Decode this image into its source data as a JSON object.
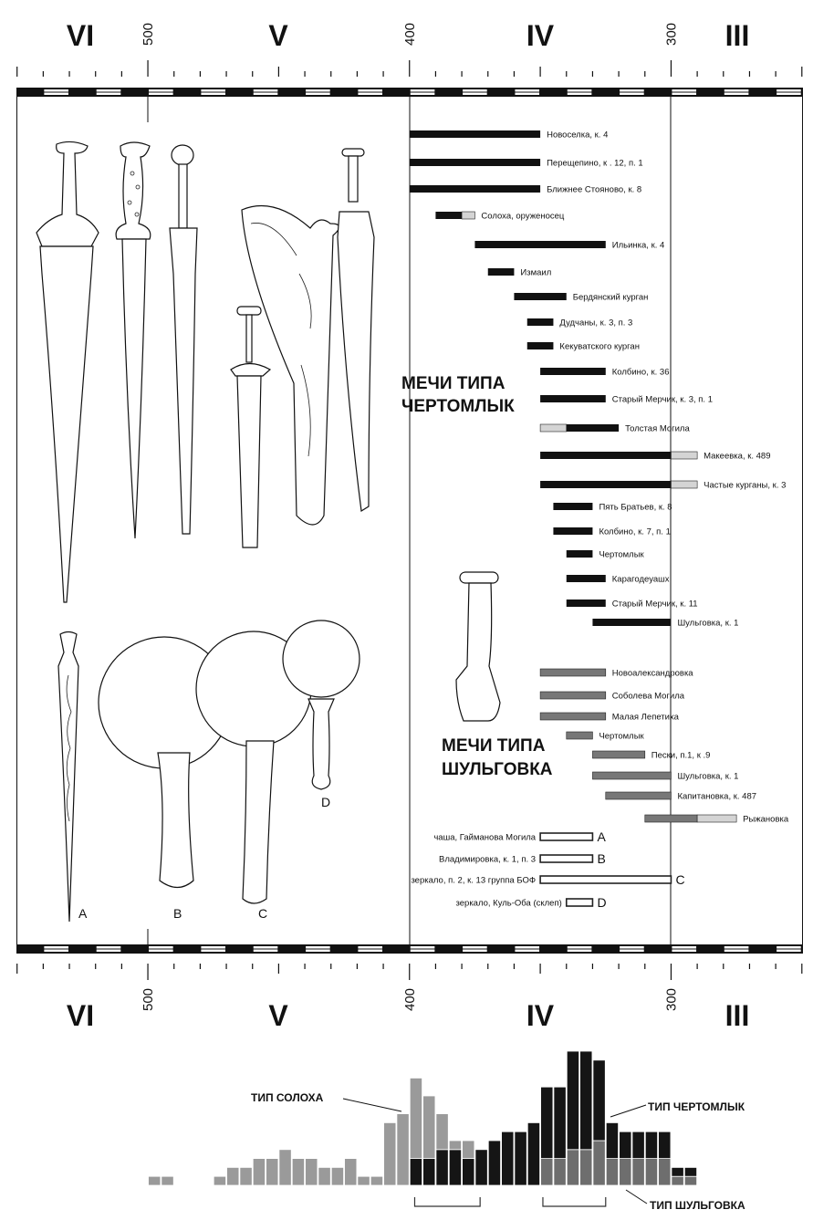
{
  "colors": {
    "black": "#111111",
    "light": "#d4d4d4",
    "gray": "#777777",
    "outline": "#ffffff",
    "solokha": "#9a9a9a",
    "chertomlyk": "#151515",
    "shulgovka": "#6e6e6e"
  },
  "axis": {
    "domain": [
      550,
      250
    ],
    "centuries": [
      "VI",
      "V",
      "IV",
      "III"
    ],
    "century_years": [
      550,
      450,
      350,
      250
    ],
    "year_labels": [
      "500",
      "400",
      "300"
    ],
    "year_values": [
      500,
      400,
      300
    ],
    "minor_tick_step": 10
  },
  "headings": {
    "chertomlyk": [
      "МЕЧИ ТИПА",
      "ЧЕРТОМЛЫК"
    ],
    "shulgovka": [
      "МЕЧИ ТИПА",
      "ШУЛЬГОВКА"
    ]
  },
  "artifact_letters": [
    "A",
    "B",
    "C",
    "D"
  ],
  "chart_data": [
    {
      "type": "bar",
      "title": "",
      "xlabel": "",
      "xlim": [
        550,
        250
      ],
      "rows": [
        {
          "label": "Новоселка, к. 4",
          "segments": [
            {
              "from": 400,
              "to": 350,
              "style": "black"
            }
          ]
        },
        {
          "label": "Перещепино, к . 12, п. 1",
          "segments": [
            {
              "from": 400,
              "to": 350,
              "style": "black"
            }
          ]
        },
        {
          "label": "Ближнее Стояново, к. 8",
          "segments": [
            {
              "from": 400,
              "to": 350,
              "style": "black"
            }
          ]
        },
        {
          "label": "Солоха, оруженосец",
          "segments": [
            {
              "from": 390,
              "to": 380,
              "style": "black"
            },
            {
              "from": 380,
              "to": 375,
              "style": "light"
            }
          ]
        },
        {
          "label": "Ильинка, к. 4",
          "segments": [
            {
              "from": 375,
              "to": 325,
              "style": "black"
            }
          ]
        },
        {
          "label": "Измаил",
          "segments": [
            {
              "from": 370,
              "to": 360,
              "style": "black"
            }
          ]
        },
        {
          "label": "Бердянский курган",
          "segments": [
            {
              "from": 360,
              "to": 340,
              "style": "black"
            }
          ]
        },
        {
          "label": "Дудчаны, к. 3, п. 3",
          "segments": [
            {
              "from": 355,
              "to": 345,
              "style": "black"
            }
          ]
        },
        {
          "label": "Кекуватского курган",
          "segments": [
            {
              "from": 355,
              "to": 345,
              "style": "black"
            }
          ]
        },
        {
          "label": "Колбино, к. 36",
          "segments": [
            {
              "from": 350,
              "to": 325,
              "style": "black"
            }
          ]
        },
        {
          "label": "Старый Мерчик, к. 3, п. 1",
          "segments": [
            {
              "from": 350,
              "to": 325,
              "style": "black"
            }
          ]
        },
        {
          "label": "Толстая Могила",
          "segments": [
            {
              "from": 350,
              "to": 340,
              "style": "light"
            },
            {
              "from": 340,
              "to": 320,
              "style": "black"
            }
          ]
        },
        {
          "label": "Макеевка, к. 489",
          "segments": [
            {
              "from": 350,
              "to": 300,
              "style": "black"
            },
            {
              "from": 300,
              "to": 290,
              "style": "light"
            }
          ]
        },
        {
          "label": "Частые курганы, к. 3",
          "segments": [
            {
              "from": 350,
              "to": 300,
              "style": "black"
            },
            {
              "from": 300,
              "to": 290,
              "style": "light"
            }
          ]
        },
        {
          "label": "Пять Братьев, к. 8",
          "segments": [
            {
              "from": 345,
              "to": 330,
              "style": "black"
            }
          ]
        },
        {
          "label": "Колбино, к. 7, п. 1",
          "segments": [
            {
              "from": 345,
              "to": 330,
              "style": "black"
            }
          ]
        },
        {
          "label": "Чертомлык",
          "segments": [
            {
              "from": 340,
              "to": 330,
              "style": "black"
            }
          ]
        },
        {
          "label": "Карагодеуашх",
          "segments": [
            {
              "from": 340,
              "to": 325,
              "style": "black"
            }
          ]
        },
        {
          "label": "Старый Мерчик, к. 11",
          "segments": [
            {
              "from": 340,
              "to": 325,
              "style": "black"
            }
          ]
        },
        {
          "label": "Шульговка, к. 1",
          "segments": [
            {
              "from": 330,
              "to": 300,
              "style": "black"
            }
          ]
        },
        {
          "label": "Новоалександровка",
          "segments": [
            {
              "from": 350,
              "to": 325,
              "style": "gray"
            }
          ]
        },
        {
          "label": "Соболева Могила",
          "segments": [
            {
              "from": 350,
              "to": 325,
              "style": "gray"
            }
          ]
        },
        {
          "label": "Малая Лепетиха",
          "segments": [
            {
              "from": 350,
              "to": 325,
              "style": "gray"
            }
          ]
        },
        {
          "label": "Чертомлык",
          "segments": [
            {
              "from": 340,
              "to": 330,
              "style": "gray"
            }
          ]
        },
        {
          "label": "Пески, п.1, к .9",
          "segments": [
            {
              "from": 330,
              "to": 310,
              "style": "gray"
            }
          ]
        },
        {
          "label": "Шульговка, к. 1",
          "segments": [
            {
              "from": 330,
              "to": 300,
              "style": "gray"
            }
          ]
        },
        {
          "label": "Капитановка, к. 487",
          "segments": [
            {
              "from": 325,
              "to": 300,
              "style": "gray"
            }
          ]
        },
        {
          "label": "Рыжановка",
          "segments": [
            {
              "from": 310,
              "to": 290,
              "style": "gray"
            },
            {
              "from": 290,
              "to": 275,
              "style": "light"
            }
          ]
        },
        {
          "label": "чаша, Гайманова Могила",
          "letter": "A",
          "segments": [
            {
              "from": 350,
              "to": 330,
              "style": "outline"
            }
          ]
        },
        {
          "label": "Владимировка, к. 1, п. 3",
          "letter": "B",
          "segments": [
            {
              "from": 350,
              "to": 330,
              "style": "outline"
            }
          ]
        },
        {
          "label": "зеркало, п. 2, к. 13 группа БОФ",
          "letter": "C",
          "segments": [
            {
              "from": 350,
              "to": 300,
              "style": "outline"
            }
          ]
        },
        {
          "label": "зеркало, Куль-Оба (склеп)",
          "letter": "D",
          "segments": [
            {
              "from": 340,
              "to": 330,
              "style": "outline"
            }
          ]
        }
      ]
    },
    {
      "type": "bar",
      "stacked": true,
      "bin_width_years": 5,
      "series_labels": {
        "solokha": "ТИП СОЛОХА",
        "chertomlyk": "ТИП ЧЕРТОМЛЫК",
        "shulgovka": "ТИП ШУЛЬГОВКА"
      },
      "bins": [
        {
          "from": 500,
          "s": 1
        },
        {
          "from": 495,
          "s": 1
        },
        {
          "from": 475,
          "s": 1
        },
        {
          "from": 470,
          "s": 2
        },
        {
          "from": 465,
          "s": 2
        },
        {
          "from": 460,
          "s": 3
        },
        {
          "from": 455,
          "s": 3
        },
        {
          "from": 450,
          "s": 4
        },
        {
          "from": 445,
          "s": 3
        },
        {
          "from": 440,
          "s": 3
        },
        {
          "from": 435,
          "s": 2
        },
        {
          "from": 430,
          "s": 2
        },
        {
          "from": 425,
          "s": 3
        },
        {
          "from": 420,
          "s": 1
        },
        {
          "from": 415,
          "s": 1
        },
        {
          "from": 410,
          "s": 7
        },
        {
          "from": 405,
          "s": 8
        },
        {
          "from": 400,
          "c": 3,
          "s": 9
        },
        {
          "from": 395,
          "c": 3,
          "s": 7
        },
        {
          "from": 390,
          "c": 4,
          "s": 4
        },
        {
          "from": 385,
          "c": 4,
          "s": 1
        },
        {
          "from": 380,
          "c": 3,
          "s": 2
        },
        {
          "from": 375,
          "c": 4
        },
        {
          "from": 370,
          "c": 5
        },
        {
          "from": 365,
          "c": 6
        },
        {
          "from": 360,
          "c": 6
        },
        {
          "from": 355,
          "c": 7
        },
        {
          "from": 350,
          "sh": 3,
          "c": 8
        },
        {
          "from": 345,
          "sh": 3,
          "c": 8
        },
        {
          "from": 340,
          "sh": 4,
          "c": 11
        },
        {
          "from": 335,
          "sh": 4,
          "c": 11
        },
        {
          "from": 330,
          "sh": 5,
          "c": 9
        },
        {
          "from": 325,
          "sh": 3,
          "c": 4
        },
        {
          "from": 320,
          "sh": 3,
          "c": 3
        },
        {
          "from": 315,
          "sh": 3,
          "c": 3
        },
        {
          "from": 310,
          "sh": 3,
          "c": 3
        },
        {
          "from": 305,
          "sh": 3,
          "c": 3
        },
        {
          "from": 300,
          "sh": 1,
          "c": 1
        },
        {
          "from": 295,
          "sh": 1,
          "c": 1
        }
      ],
      "brackets": [
        [
          398,
          373
        ],
        [
          349,
          325
        ]
      ]
    }
  ]
}
